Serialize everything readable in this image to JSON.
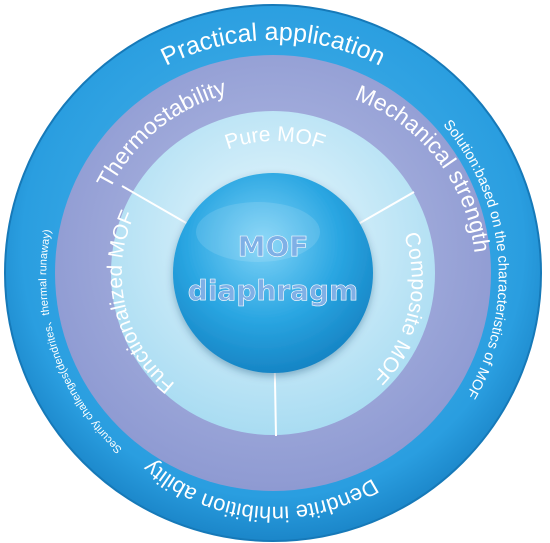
{
  "center": {
    "line1": "MOF",
    "line2": "diaphragm"
  },
  "outer_ring": {
    "top": "Practical application",
    "right": "Solution:based on the characteristics of MOF",
    "left": "Security challenges(dendrites、thermal runaway)"
  },
  "middle_ring": {
    "thermostability": "Thermostability",
    "mechanical_strength": "Mechanical strength",
    "dendrite_inhibition": "Dendrite inhibition ability"
  },
  "inner_ring": {
    "pure_mof": "Pure MOF",
    "composite_mof": "Composite MOF",
    "functionalized_mof": "Functionalized MOF"
  },
  "colors": {
    "outer_ring": "#2a9ee0",
    "middle_ring": "#9fa9d8",
    "inner_ring": "#bfe6f5",
    "core": "#1e9fdc",
    "center_text": "#7fb0e6"
  }
}
